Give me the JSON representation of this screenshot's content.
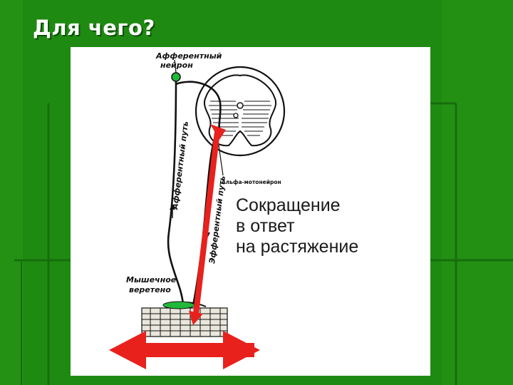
{
  "slide": {
    "title": "Для чего?"
  },
  "diagram": {
    "labels": {
      "afferent_neuron_line1": "Афферентный",
      "afferent_neuron_line2": "нейрон",
      "afferent_path": "Афферентный путь",
      "efferent_path": "Эфферентный путь",
      "alpha_motoneuron": "Альфа-мотонейрон",
      "muscle_spindle_line1": "Мышечное",
      "muscle_spindle_line2": "веретено"
    },
    "caption": {
      "line1": "Сокращение",
      "line2": "в ответ",
      "line3": "на растяжение"
    },
    "colors": {
      "background": "#1f8a12",
      "arrow_red": "#e8211d",
      "neuron_green": "#22b83a"
    }
  }
}
